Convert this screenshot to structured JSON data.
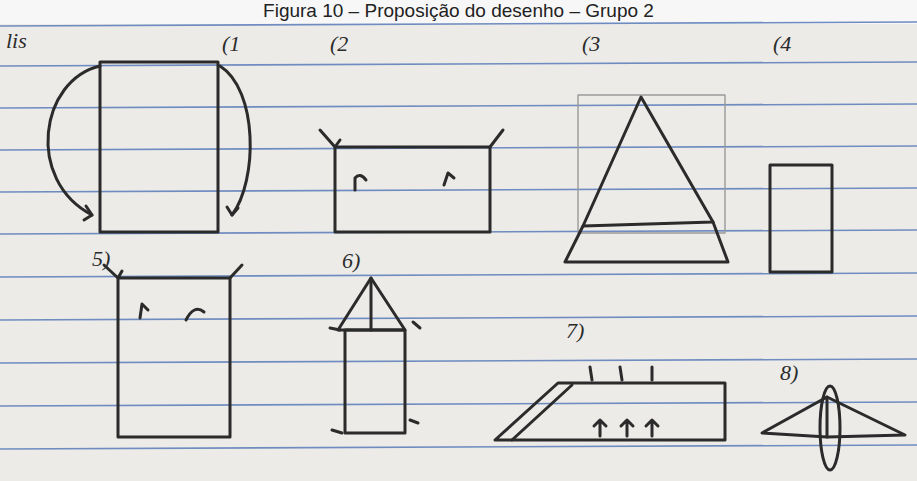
{
  "diagram": {
    "title": "Figura 10 – Proposição do desenho – Grupo 2",
    "labels": [
      "lis",
      "(1",
      "(2",
      "(3",
      "(4",
      "5)",
      "6)",
      "7)",
      "8)"
    ]
  }
}
